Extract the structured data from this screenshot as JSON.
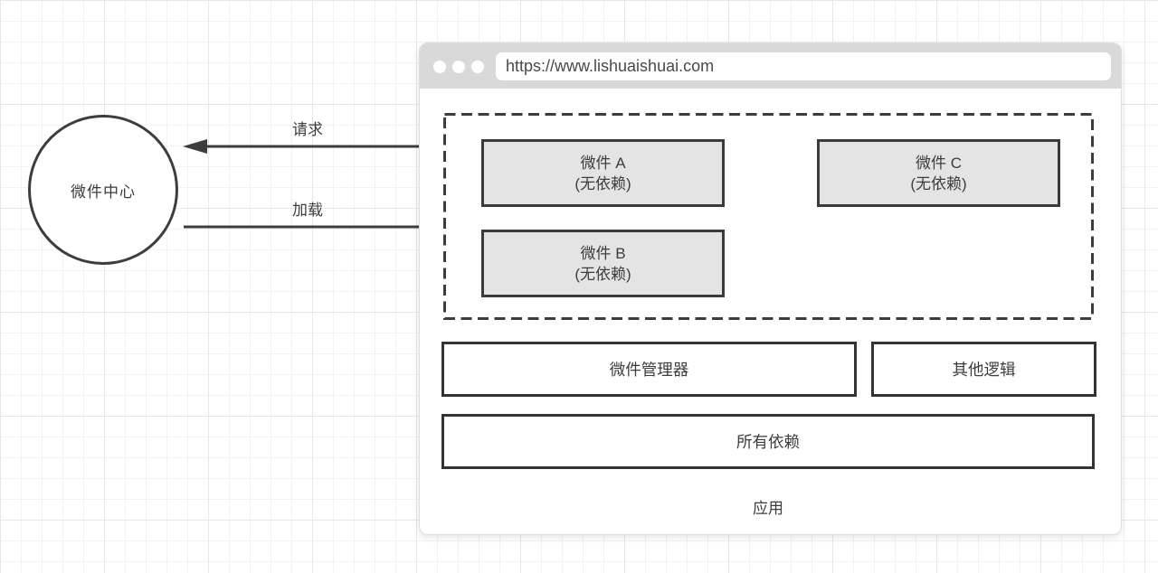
{
  "diagram": {
    "widget_center": {
      "label": "微件中心"
    },
    "arrows": {
      "request": {
        "label": "请求",
        "direction": "right-to-left"
      },
      "load": {
        "label": "加载",
        "direction": "left-to-right"
      }
    },
    "browser": {
      "url": "https://www.lishuaishuai.com",
      "widgets": [
        {
          "name": "微件 A",
          "note": "(无依赖)"
        },
        {
          "name": "微件 B",
          "note": "(无依赖)"
        },
        {
          "name": "微件 C",
          "note": "(无依赖)"
        }
      ],
      "manager_label": "微件管理器",
      "other_logic_label": "其他逻辑",
      "dependencies_label": "所有依赖",
      "app_label": "应用"
    },
    "colors": {
      "stroke": "#3d3d3d",
      "widget_fill": "#e4e4e4",
      "browser_titlebar": "#d9d9d9",
      "grid_minor": "#f2f2f2",
      "grid_major": "#e7e7e7"
    }
  }
}
